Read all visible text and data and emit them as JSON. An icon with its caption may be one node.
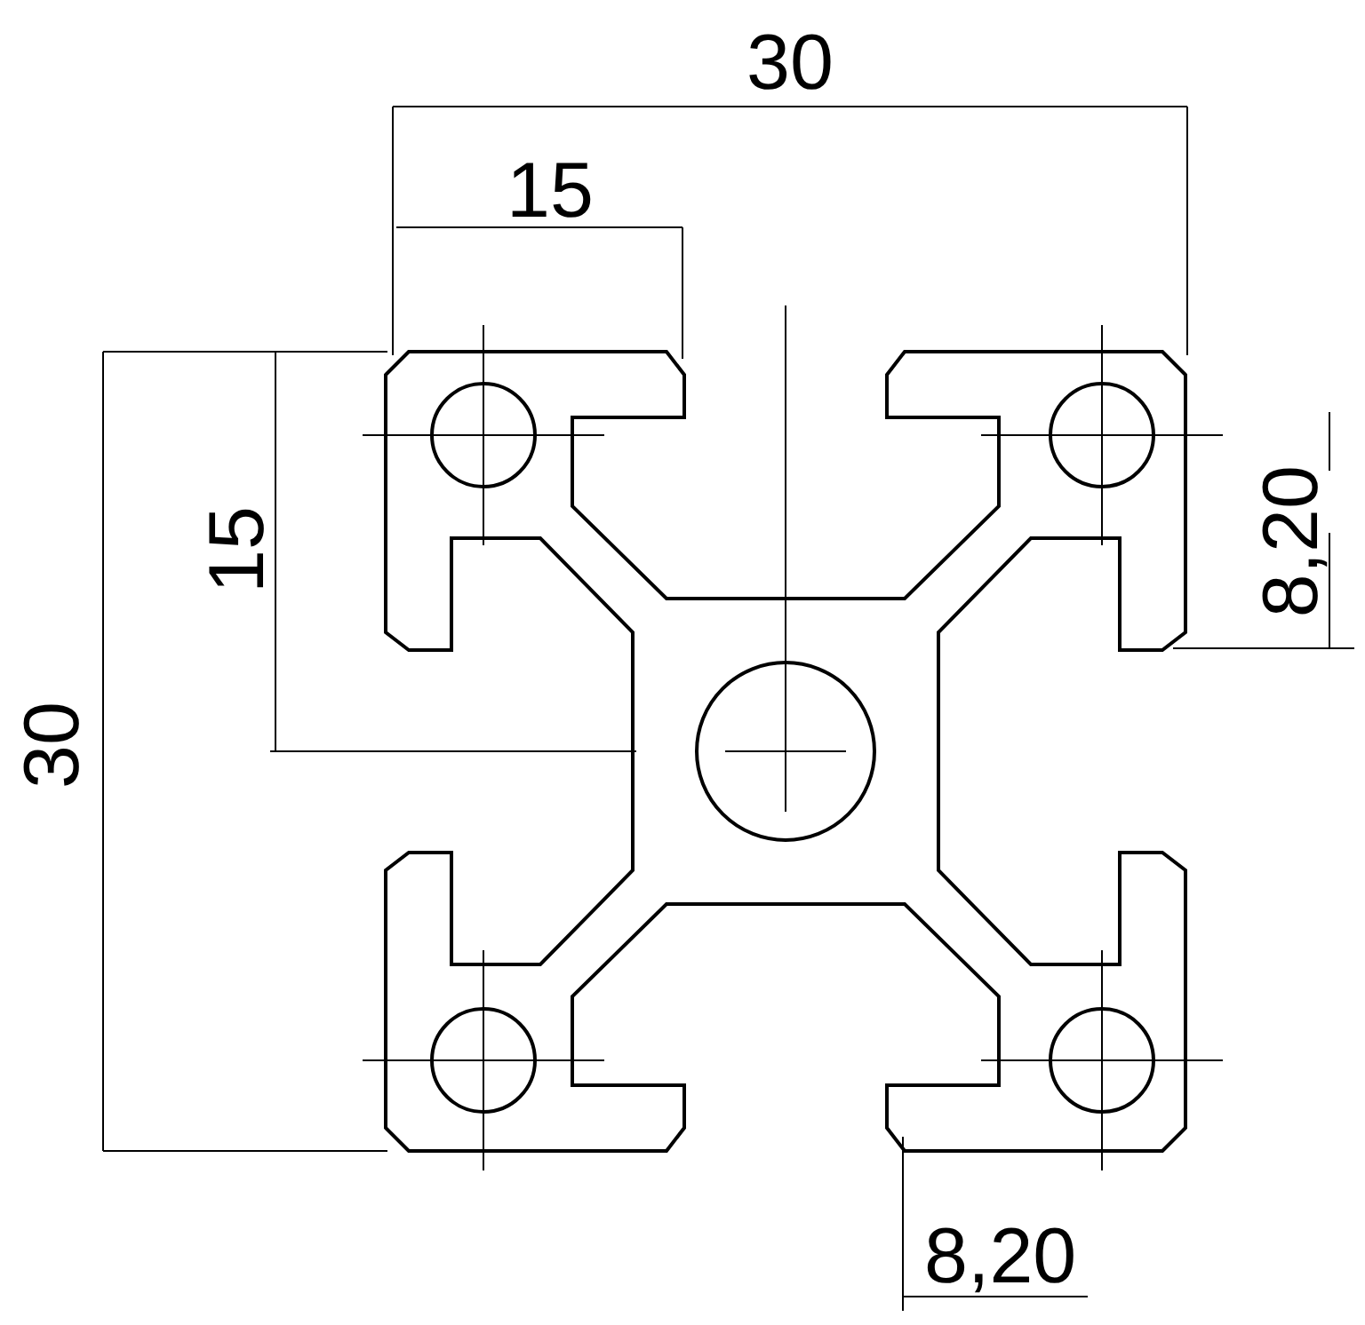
{
  "diagram": {
    "labels": [
      "30",
      "15",
      "15",
      "30",
      "8,20",
      "8,20"
    ]
  }
}
